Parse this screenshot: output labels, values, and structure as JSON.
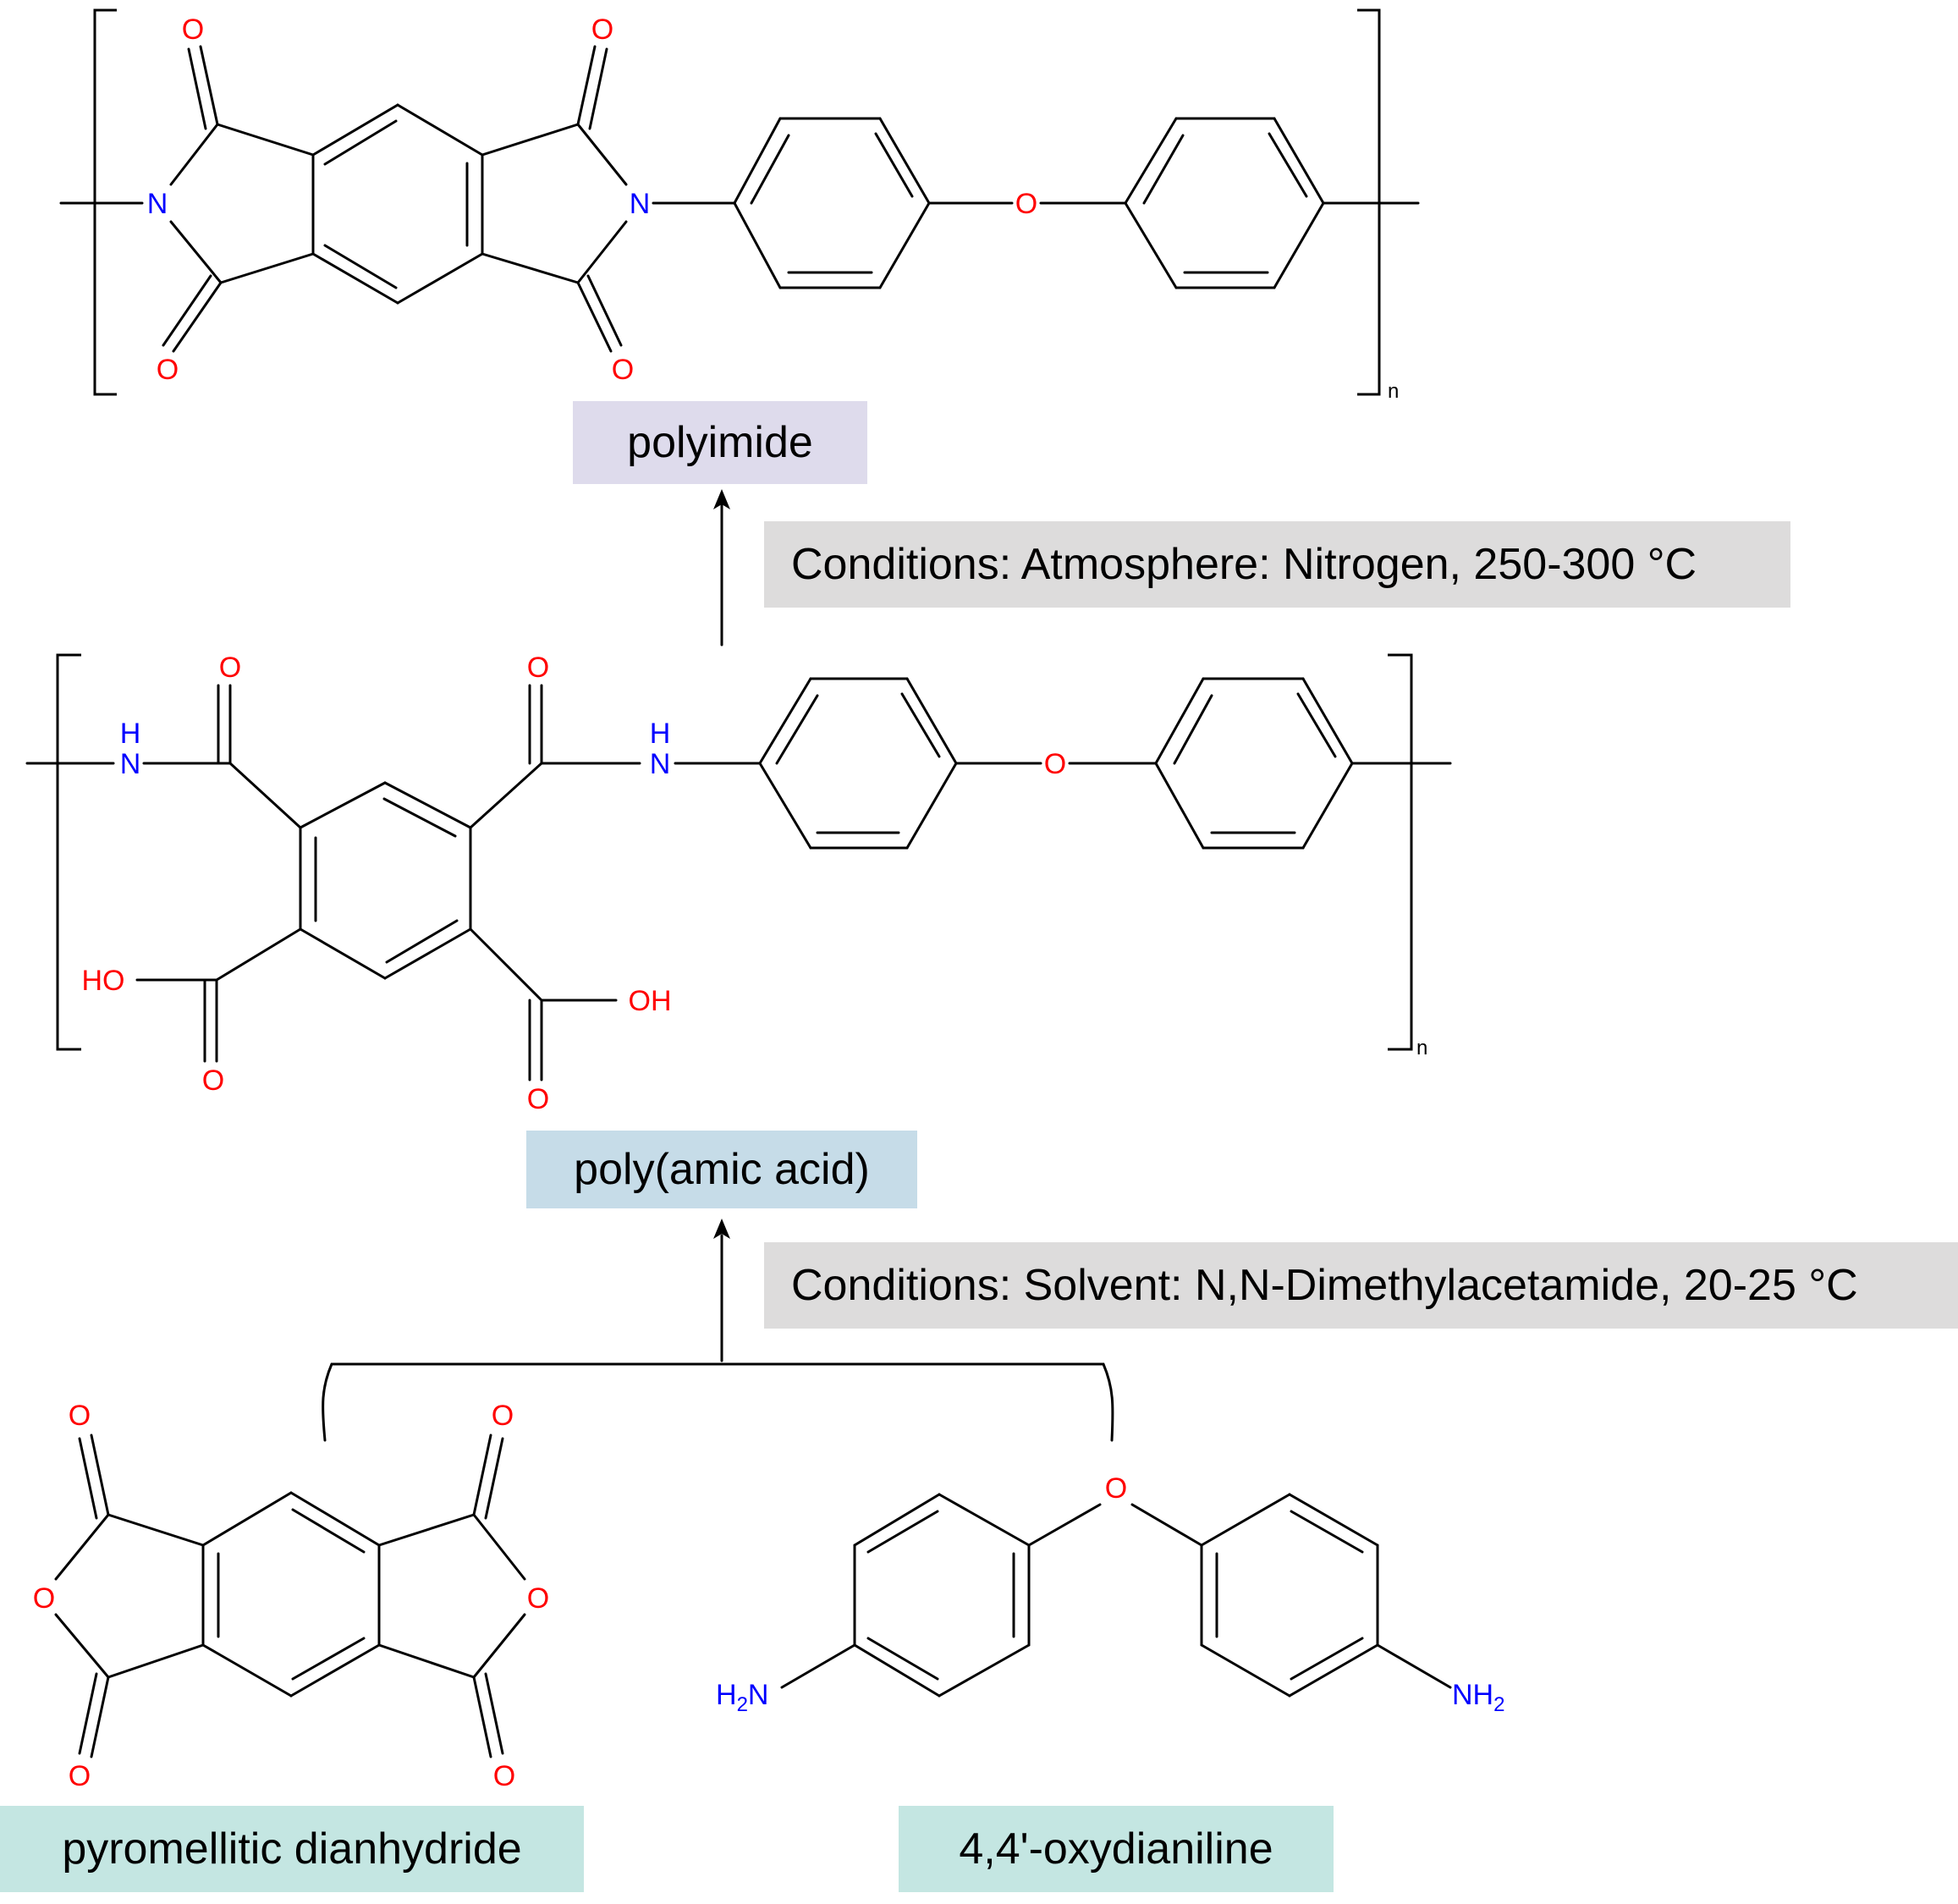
{
  "colors": {
    "bond": "#000000",
    "oxygen": "#ff0000",
    "nitrogen": "#0000ff",
    "polyimide_box": "#dedbec",
    "poly_amic_acid_box": "#c6dce8",
    "monomer_box": "#c4e6e2",
    "conditions_box": "#dddcdc"
  },
  "atoms": {
    "O": "O",
    "N": "N",
    "H": "H",
    "HO": "HO",
    "OH": "OH",
    "NH2_main": "NH",
    "H2N_main": "H",
    "N_tail": "N",
    "sub2": "2",
    "n": "n"
  },
  "labels": {
    "polyimide": "polyimide",
    "poly_amic_acid": "poly(amic acid)",
    "pyromellitic_dianhydride": "pyromellitic dianhydride",
    "oxydianiline": "4,4'-oxydianiline"
  },
  "conditions": {
    "step2": "Conditions: Atmosphere: Nitrogen, 250-300 °C",
    "step1": "Conditions: Solvent: N,N-Dimethylacetamide, 20-25 °C"
  }
}
